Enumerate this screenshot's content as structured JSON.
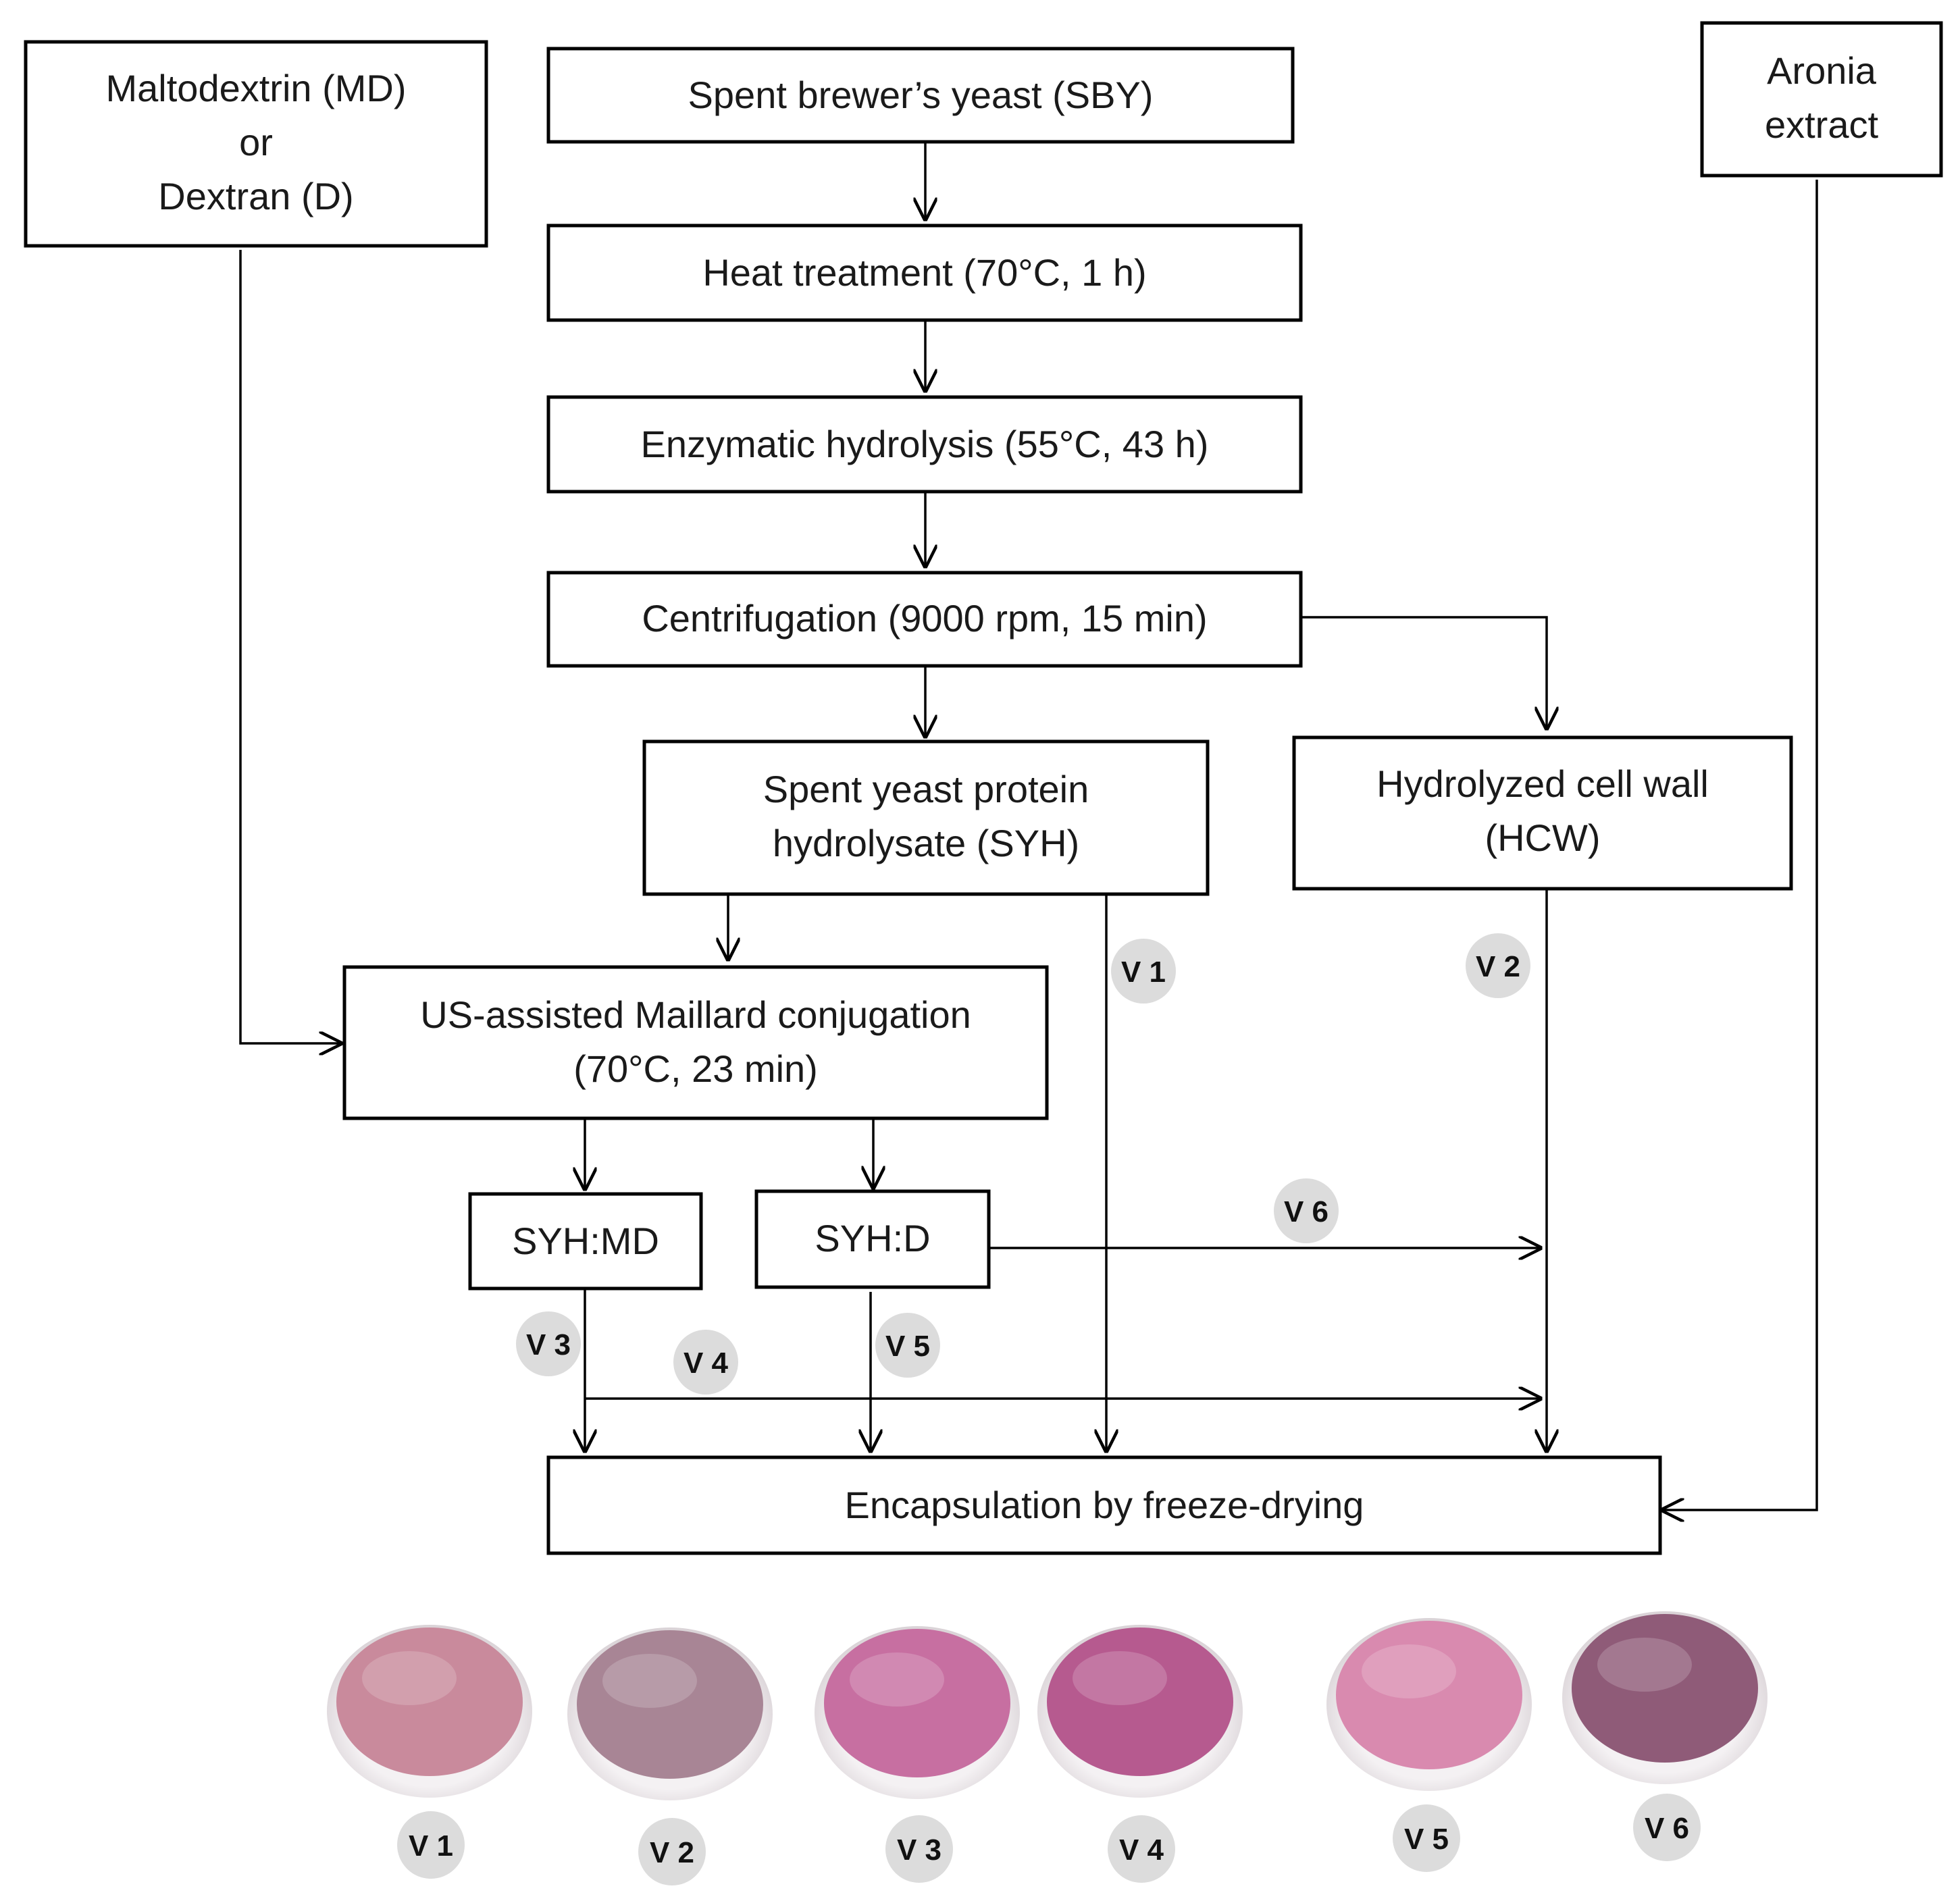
{
  "nodes": {
    "carrier": [
      "Maltodextrin (MD)",
      "or",
      "Dextran (D)"
    ],
    "sby": "Spent brewer’s yeast (SBY)",
    "aronia": [
      "Aronia",
      "extract"
    ],
    "heat": "Heat treatment (70°C, 1 h)",
    "enzymatic": "Enzymatic hydrolysis (55°C, 43 h)",
    "centrifugation": "Centrifugation (9000 rpm, 15 min)",
    "syh": [
      "Spent yeast protein",
      "hydrolysate (SYH)"
    ],
    "hcw": [
      "Hydrolyzed cell wall",
      "(HCW)"
    ],
    "maillard": [
      "US-assisted Maillard conjugation",
      "(70°C, 23 min)"
    ],
    "syh_md": "SYH:MD",
    "syh_d": "SYH:D",
    "encapsulation": "Encapsulation by freeze-drying"
  },
  "variant_badges": [
    "V 1",
    "V 2",
    "V 3",
    "V 4",
    "V 5",
    "V 6"
  ],
  "samples": [
    {
      "label": "V 1",
      "color": "#c98a9c"
    },
    {
      "label": "V 2",
      "color": "#a88595"
    },
    {
      "label": "V 3",
      "color": "#c76fa1"
    },
    {
      "label": "V 4",
      "color": "#b65a8f"
    },
    {
      "label": "V 5",
      "color": "#d98aaf"
    },
    {
      "label": "V 6",
      "color": "#8f5b78"
    }
  ]
}
